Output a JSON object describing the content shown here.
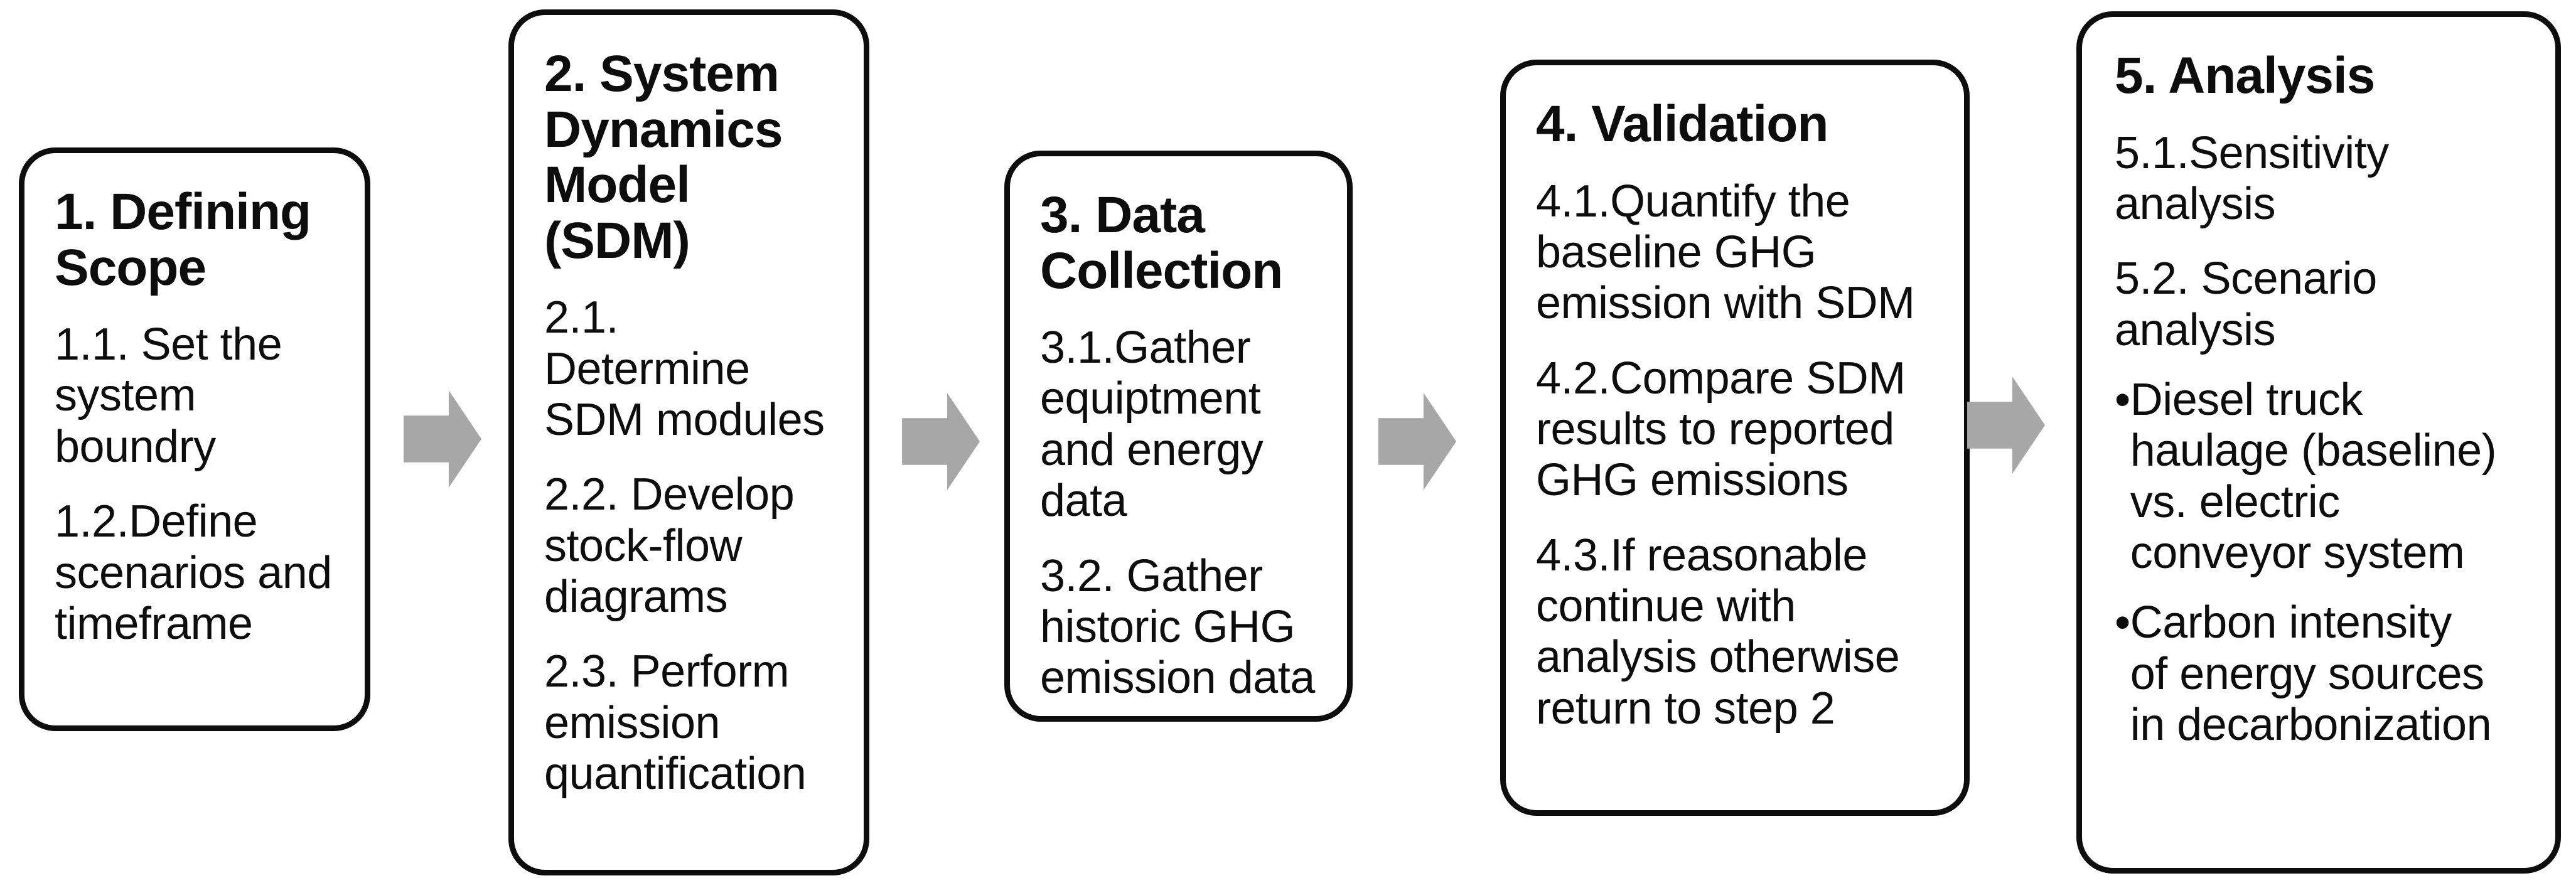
{
  "figure": {
    "type": "flowchart",
    "bullet_char": "•",
    "arrow_color": "#a7a7a7",
    "steps": [
      {
        "title": "1. Defining\nScope",
        "items": [
          "1.1. Set the\nsystem\nboundry",
          "1.2.Define\nscenarios and\ntimeframe"
        ]
      },
      {
        "title": "2. System\nDynamics\nModel\n(SDM)",
        "items": [
          "2.1.\nDetermine\nSDM modules",
          "2.2. Develop\nstock-flow\ndiagrams",
          "2.3. Perform\nemission\nquantification"
        ]
      },
      {
        "title": "3. Data\nCollection",
        "items": [
          "3.1.Gather\nequiptment\nand energy\ndata",
          "3.2. Gather\nhistoric GHG\nemission data"
        ]
      },
      {
        "title": "4. Validation",
        "items": [
          "4.1.Quantify the\nbaseline GHG\nemission with SDM",
          "4.2.Compare SDM\nresults to reported\nGHG emissions",
          "4.3.If reasonable\ncontinue with\nanalysis otherwise\nreturn to step 2"
        ]
      },
      {
        "title": "5. Analysis",
        "items": [
          "5.1.Sensitivity\nanalysis",
          "5.2. Scenario\nanalysis"
        ],
        "bullets": [
          "Diesel truck\nhaulage (baseline)\nvs. electric\nconveyor system",
          "Carbon intensity\nof energy sources\nin decarbonization"
        ]
      }
    ]
  }
}
